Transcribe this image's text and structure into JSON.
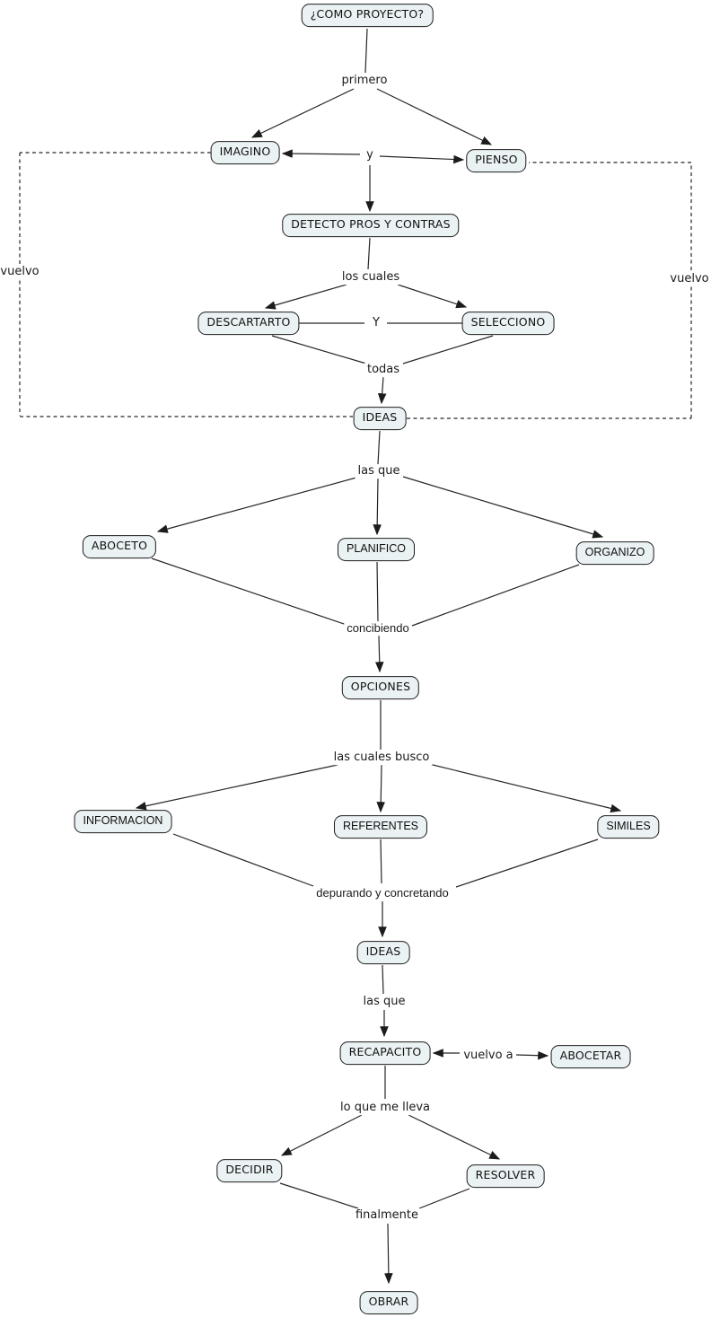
{
  "diagram": {
    "title": "¿COMO PROYECTO?",
    "type": "concept-map",
    "language": "es"
  },
  "colors": {
    "background": "#ffffff",
    "node_fill": "#ebf2f4",
    "node_border": "#1c1c1c",
    "line": "#262626",
    "text": "#111111"
  },
  "nodes": {
    "como_proyecto": {
      "label": "¿COMO PROYECTO?"
    },
    "imagino": {
      "label": "IMAGINO"
    },
    "pienso": {
      "label": "PIENSO"
    },
    "detecto": {
      "label": "DETECTO PROS Y CONTRAS"
    },
    "descartarto": {
      "label": "DESCARTARTO"
    },
    "selecciono": {
      "label": "SELECCIONO"
    },
    "ideas_1": {
      "label": "IDEAS"
    },
    "aboceto": {
      "label": "ABOCETO"
    },
    "planifico": {
      "label": "PLANIFICO"
    },
    "organizo": {
      "label": "ORGANIZO"
    },
    "opciones": {
      "label": "OPCIONES"
    },
    "informacion": {
      "label": "INFORMACION"
    },
    "referentes": {
      "label": "REFERENTES"
    },
    "similes": {
      "label": "SIMILES"
    },
    "ideas_2": {
      "label": "IDEAS"
    },
    "recapacito": {
      "label": "RECAPACITO"
    },
    "abocetar": {
      "label": "ABOCETAR"
    },
    "decidir": {
      "label": "DECIDIR"
    },
    "resolver": {
      "label": "RESOLVER"
    },
    "obrar": {
      "label": "OBRAR"
    }
  },
  "link_labels": {
    "primero": "primero",
    "y_top": "y",
    "los_cuales": "los cuales",
    "y_mid": "Y",
    "todas": "todas",
    "las_que_1": "las que",
    "concibiendo": "concibiendo",
    "las_cuales_busco": "las cuales busco",
    "depurando": "depurando y concretando",
    "las_que_2": "las que",
    "vuelvo_a": "vuelvo a",
    "lo_que_me_lleva": "lo que me lleva",
    "finalmente": "finalmente",
    "vuelvo_left": "vuelvo",
    "vuelvo_right": "vuelvo"
  }
}
